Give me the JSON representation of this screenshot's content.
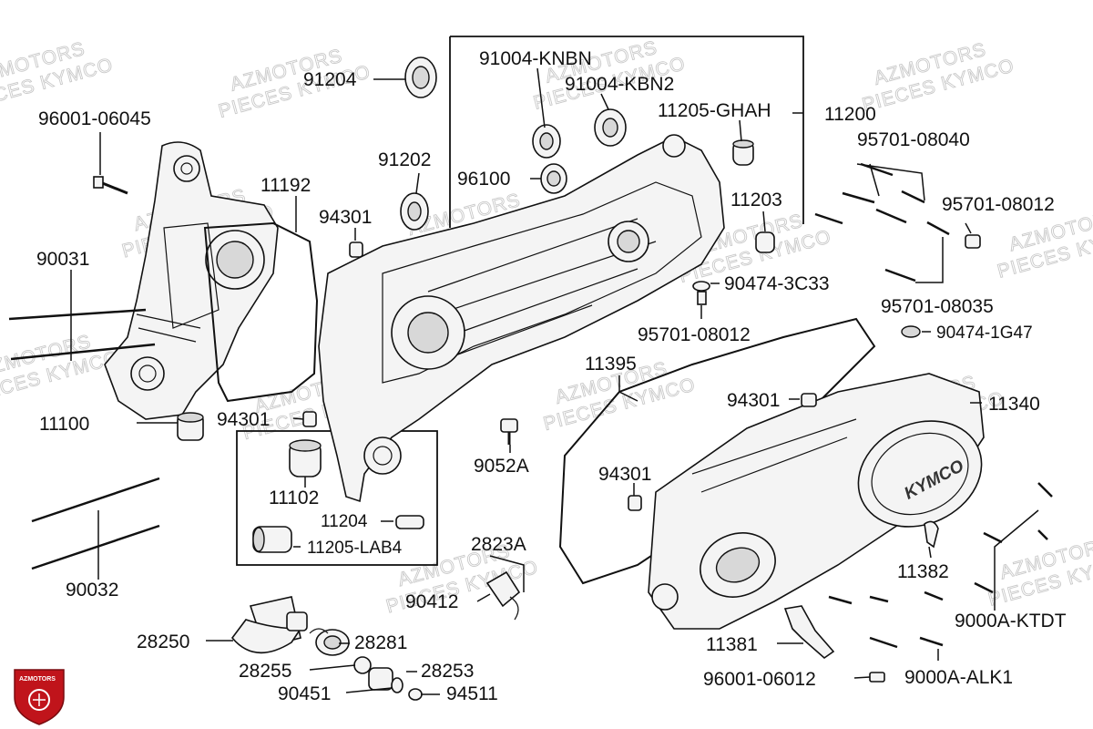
{
  "watermarks": [
    {
      "line1": "AZMOTORS",
      "line2": "PIECES KYMCO"
    }
  ],
  "logo": {
    "text": "AZMOTORS",
    "color": "#c0141b"
  },
  "brand_mark": "KYMCO",
  "part_labels": {
    "p91204": "91204",
    "p91004_knbn": "91004-KNBN",
    "p91004_kbn2": "91004-KBN2",
    "p11205_ghah": "11205-GHAH",
    "p11200": "11200",
    "p96001_06045": "96001-06045",
    "p95701_08040": "95701-08040",
    "p91202": "91202",
    "p11192": "11192",
    "p96100": "96100",
    "p11203": "11203",
    "p95701_08012a": "95701-08012",
    "p94301a": "94301",
    "p90031": "90031",
    "p90474_3c33": "90474-3C33",
    "p95701_08035": "95701-08035",
    "p95701_08012b": "95701-08012",
    "p90474_1g47": "90474-1G47",
    "p11395": "11395",
    "p94301b": "94301",
    "p11340": "11340",
    "p11100": "11100",
    "p94301c": "94301",
    "p9052a": "9052A",
    "p94301d": "94301",
    "p11102": "11102",
    "p11204": "11204",
    "p11205_lab4": "11205-LAB4",
    "p11382": "11382",
    "p2823a": "2823A",
    "p90032": "90032",
    "p90412": "90412",
    "p9000a_ktdt": "9000A-KTDT",
    "p28250": "28250",
    "p28281": "28281",
    "p11381": "11381",
    "p28255": "28255",
    "p28253": "28253",
    "p96001_06012": "96001-06012",
    "p9000a_alk1": "9000A-ALK1",
    "p90451": "90451",
    "p94511": "94511"
  }
}
